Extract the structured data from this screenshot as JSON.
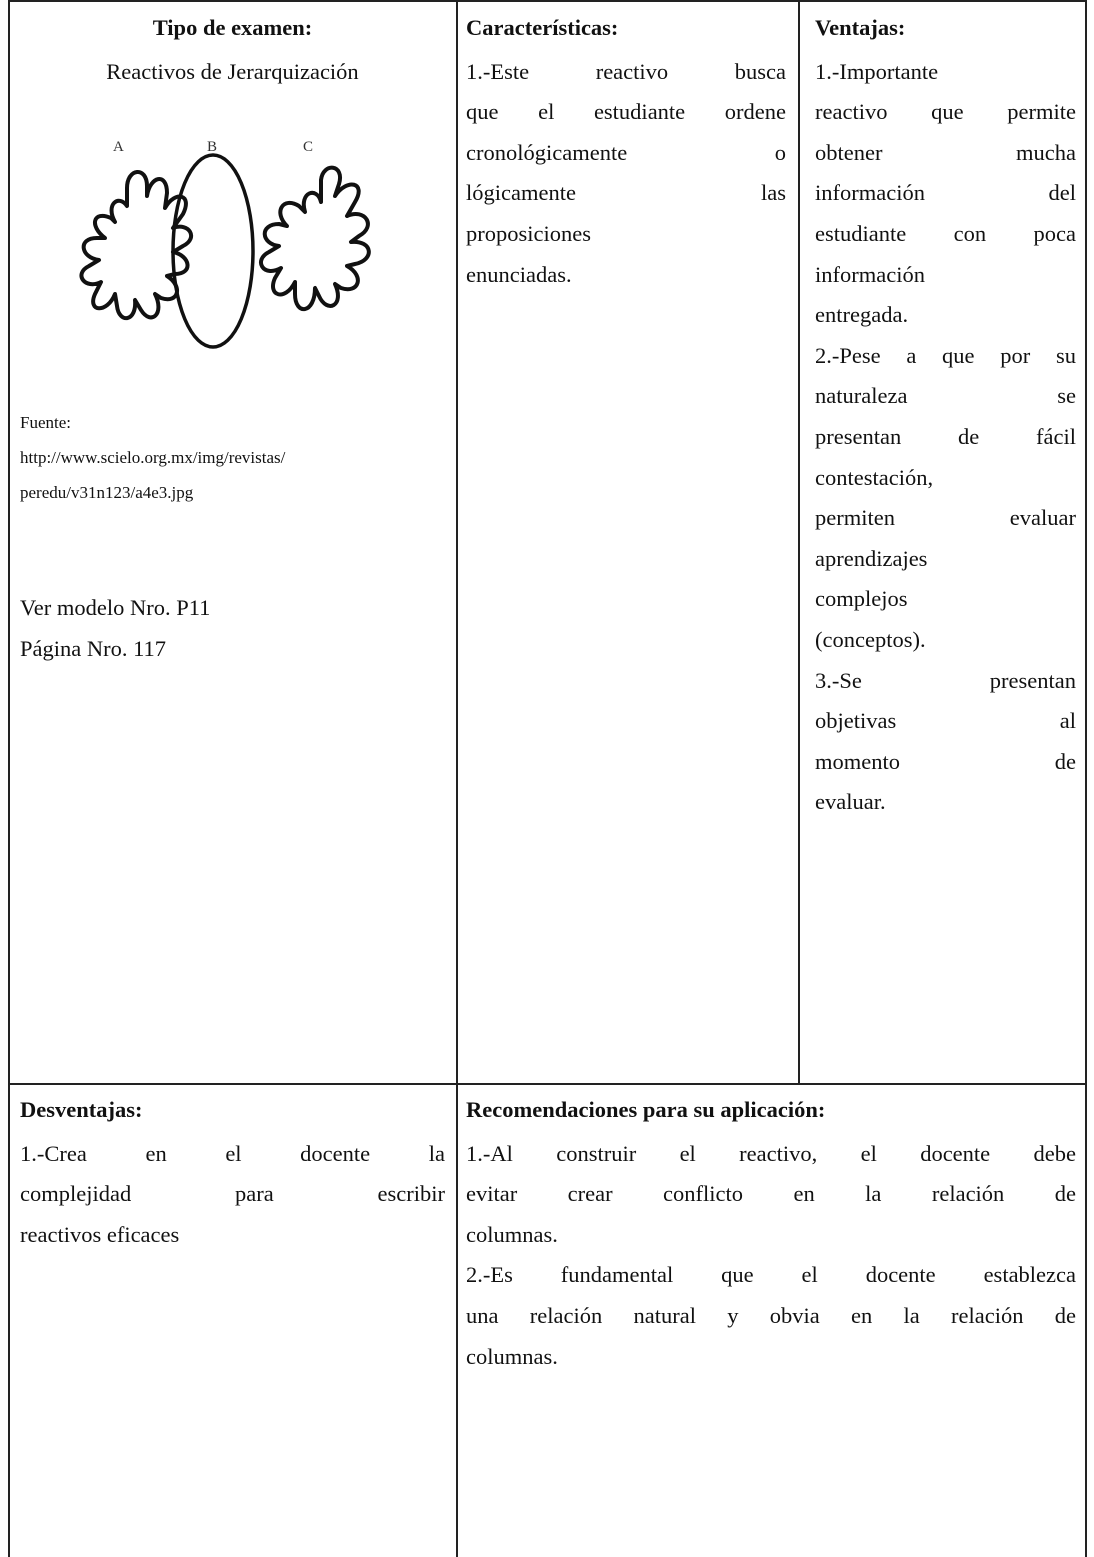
{
  "table": {
    "tipo": {
      "heading": "Tipo de examen:",
      "name": "Reactivos de Jerarquización",
      "figure_labels": [
        "A",
        "B",
        "C"
      ],
      "source_label": "Fuente:",
      "source_lines": [
        "http://www.scielo.org.mx/img/revistas/",
        "peredu/v31n123/a4e3.jpg"
      ],
      "model": "Ver modelo Nro. P11",
      "page": "Página Nro. 117"
    },
    "caracteristicas": {
      "heading": "Características:",
      "lines": [
        "1.-Este reactivo busca",
        "que el estudiante ordene",
        "cronológicamente o",
        "lógicamente las",
        "proposiciones",
        "enunciadas."
      ]
    },
    "ventajas": {
      "heading": "Ventajas:",
      "lines": [
        "1.-Importante",
        "reactivo que permite",
        "obtener mucha",
        "información del",
        "estudiante con poca",
        "información",
        "entregada.",
        "2.-Pese a que por su",
        "naturaleza se",
        "presentan de fácil",
        "contestación,",
        "permiten evaluar",
        "aprendizajes",
        "complejos",
        "(conceptos).",
        "3.-Se presentan",
        "objetivas al",
        "momento de",
        "evaluar."
      ]
    },
    "desventajas": {
      "heading": "Desventajas:",
      "lines": [
        "1.-Crea en el docente la",
        "complejidad para escribir",
        "reactivos eficaces"
      ]
    },
    "recomendaciones": {
      "heading": "Recomendaciones para su aplicación:",
      "lines": [
        "1.-Al construir el reactivo, el docente debe",
        "evitar crear conflicto en la relación de",
        "columnas.",
        "2.-Es fundamental que el docente establezca",
        "una relación natural y obvia en la relación de",
        "columnas."
      ]
    }
  }
}
